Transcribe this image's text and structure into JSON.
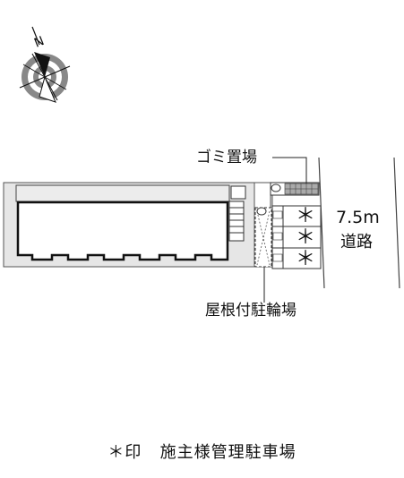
{
  "compass": {
    "north_label": "N",
    "icon": "compass-rose-icon"
  },
  "labels": {
    "garbage": "ゴミ置場",
    "road_width": "7.5m",
    "road_name": "道路",
    "bike_parking": "屋根付駐輪場"
  },
  "parking": {
    "marker": "＊",
    "count": 3
  },
  "legend": {
    "marker": "＊印",
    "text": "施主様管理駐車場"
  },
  "colors": {
    "building_outline": "#111111",
    "ground": "#e6e6e6",
    "corridor": "#ececec",
    "road_line": "#444444"
  }
}
